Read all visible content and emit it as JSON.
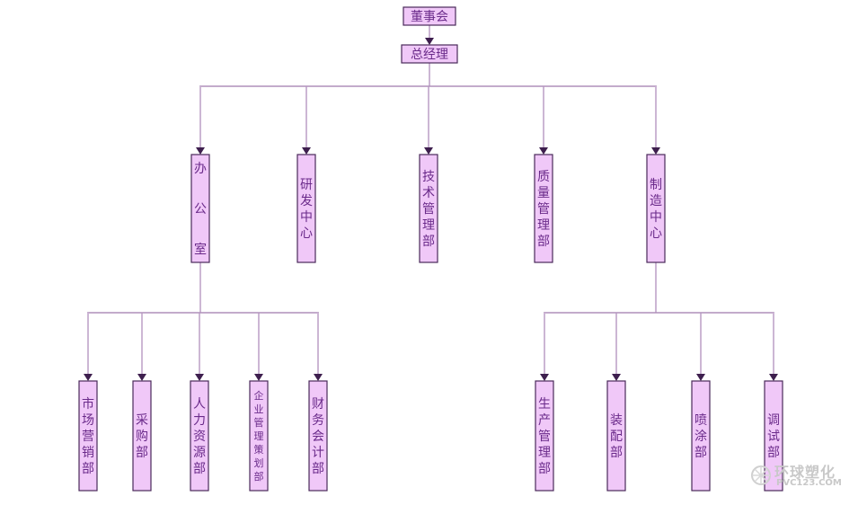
{
  "org": {
    "board": "董事会",
    "gm": "总经理",
    "depts": [
      "办公室",
      "研发中心",
      "技术管理部",
      "质量管理部",
      "制造中心"
    ],
    "office_subs": [
      "市场营销部",
      "采购部",
      "人力资源部",
      "企业管理策划部",
      "财务会计部"
    ],
    "mfg_subs": [
      "生产管理部",
      "装配部",
      "喷涂部",
      "调试部"
    ]
  },
  "watermark": {
    "name": "环球塑化",
    "domain": "PVC123.COM"
  },
  "colors": {
    "box_fill": "#f0c8f8",
    "text": "#6a2a8a",
    "line": "#3e1f4e"
  }
}
